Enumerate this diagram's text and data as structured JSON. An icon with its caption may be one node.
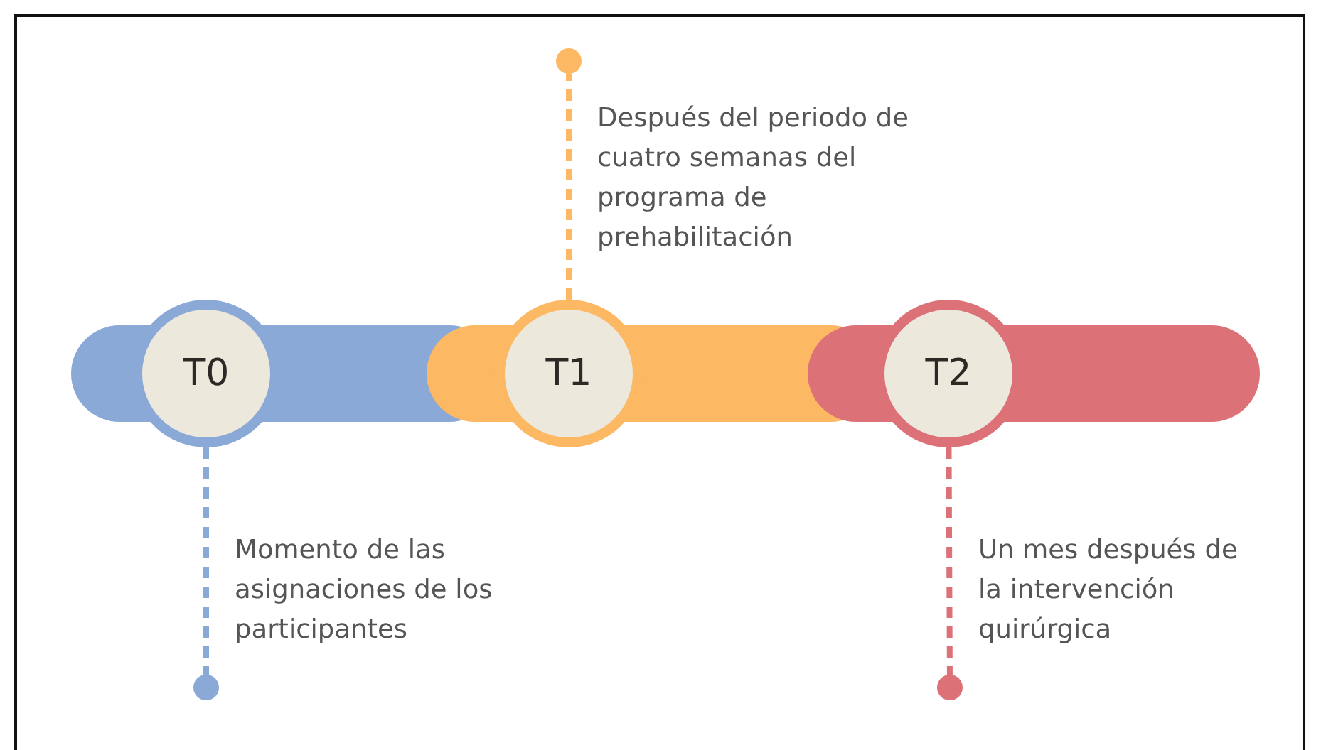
{
  "diagram": {
    "nodes": [
      {
        "text": [
          "T0"
        ]
      },
      {
        "text": [
          "T1"
        ]
      },
      {
        "text": [
          "T2"
        ]
      },
      {
        "text": [],
        "shape": "circle",
        "beside": [
          "Momento de las asignaciones de los participantes"
        ]
      },
      {
        "text": [],
        "shape": "circle",
        "beside": [
          "Después del periodo de cuatro semanas del programa de prehabilitación"
        ]
      },
      {
        "text": [],
        "shape": "circle",
        "beside": [
          "Un mes después de la intervención quirúrgica"
        ]
      }
    ],
    "edges": [
      {
        "from": 0,
        "to": 3,
        "arrow": "none",
        "style": "dashed",
        "color": "#8aa9d6"
      },
      {
        "from": 1,
        "to": 4,
        "arrow": "none",
        "style": "dashed",
        "color": "#fdb863"
      },
      {
        "from": 2,
        "to": 5,
        "arrow": "none",
        "style": "dashed",
        "color": "#dc7278"
      }
    ]
  }
}
